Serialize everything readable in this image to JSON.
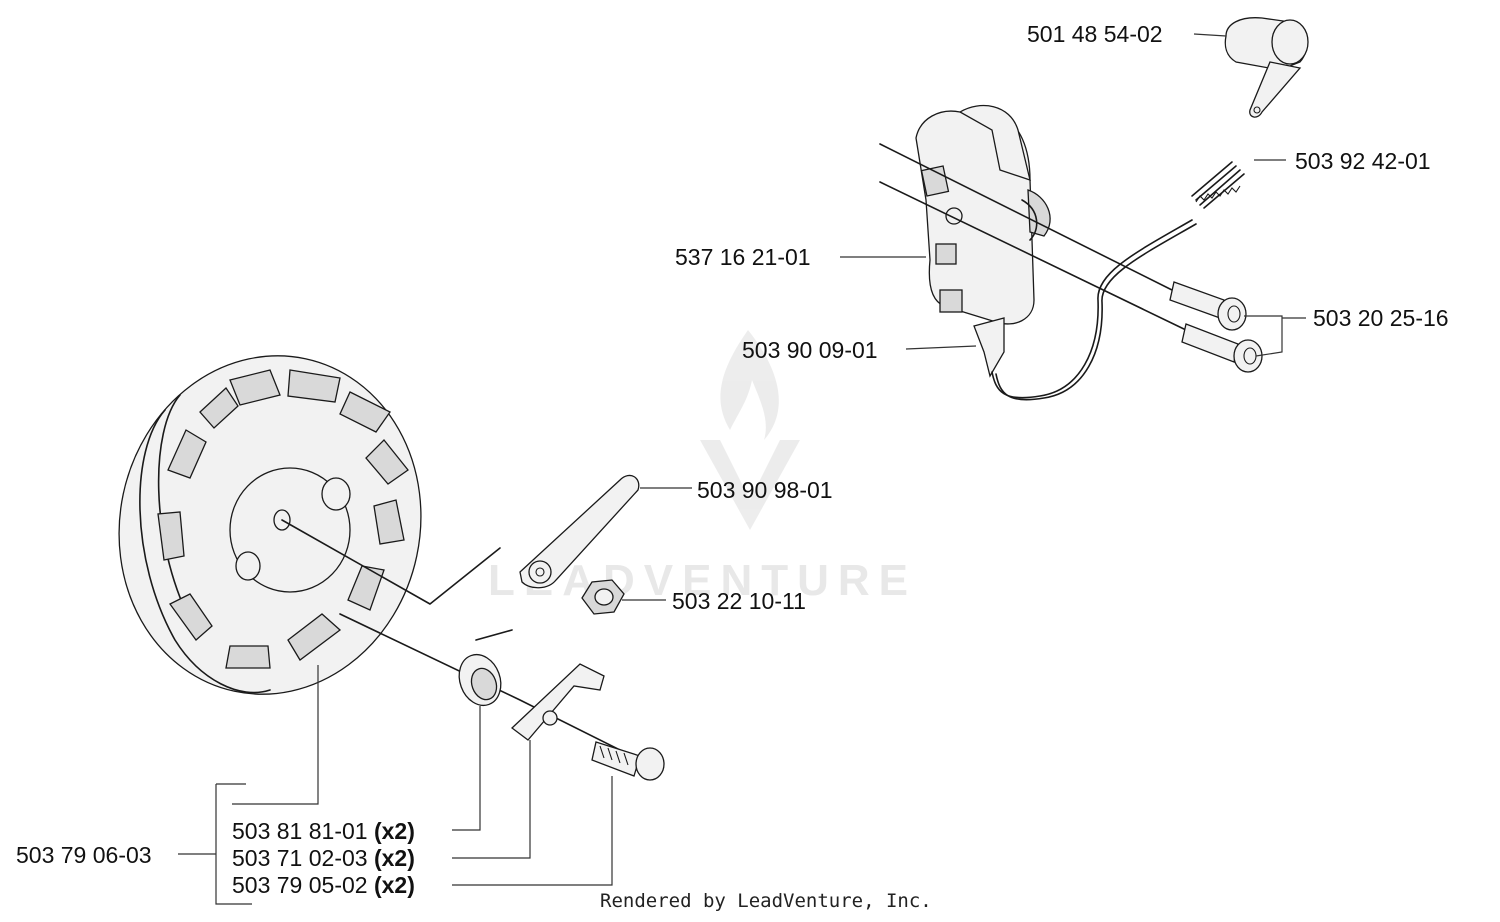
{
  "watermark": "LEADVENTURE",
  "credit": "Rendered by LeadVenture, Inc.",
  "parts": {
    "cap": "501 48 54-02",
    "spring": "503 92 42-01",
    "module": "537 16 21-01",
    "screws": "503 20 25-16",
    "connector": "503 90 09-01",
    "short_circuit": "503 90 98-01",
    "nut": "503 22 10-11",
    "flywheel": "503 79 06-03",
    "pawl_spring": "503 81 81-01",
    "pawl": "503 71 02-03",
    "pawl_bolt": "503 79 05-02"
  },
  "qty": {
    "pawl_spring": "(x2)",
    "pawl": "(x2)",
    "pawl_bolt": "(x2)"
  }
}
